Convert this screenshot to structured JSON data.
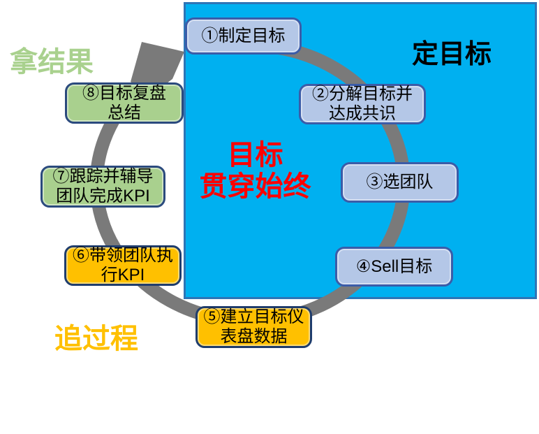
{
  "canvas": {
    "background": "#ffffff"
  },
  "labels": {
    "top_left": "拿结果",
    "top_right": "定目标",
    "bottom_left": "追过程"
  },
  "center_slogan": {
    "line1": "目标",
    "line2": "贯穿始终"
  },
  "steps": [
    {
      "id": 1,
      "category": "blue",
      "line1": "①制定目标"
    },
    {
      "id": 2,
      "category": "blue",
      "line1": "②分解目标并",
      "line2": "达成共识"
    },
    {
      "id": 3,
      "category": "blue",
      "line1": "③选团队"
    },
    {
      "id": 4,
      "category": "blue",
      "line1": "④Sell目标"
    },
    {
      "id": 5,
      "category": "amber",
      "line1": "⑤建立目标仪",
      "line2": "表盘数据"
    },
    {
      "id": 6,
      "category": "amber",
      "line1": "⑥带领团队执",
      "line2": "行KPI"
    },
    {
      "id": 7,
      "category": "green",
      "line1": "⑦跟踪并辅导",
      "line2": "团队完成KPI"
    },
    {
      "id": 8,
      "category": "green",
      "line1": "⑧目标复盘",
      "line2": "总结"
    }
  ],
  "icons": {
    "cycle_arrow": "clockwise-cycle-arrow-head"
  },
  "colors": {
    "panel_fill": "#00b0f0",
    "panel_border": "#2e75b6",
    "ring": "#7a7a7a",
    "step_blue_fill": "#b4c7e7",
    "step_green_fill": "#a9d08e",
    "step_amber_fill": "#ffc000",
    "label_top_left": "#a9d18e",
    "label_top_right": "#000000",
    "label_bottom_left": "#ffc000",
    "center_slogan": "#ff0000"
  }
}
